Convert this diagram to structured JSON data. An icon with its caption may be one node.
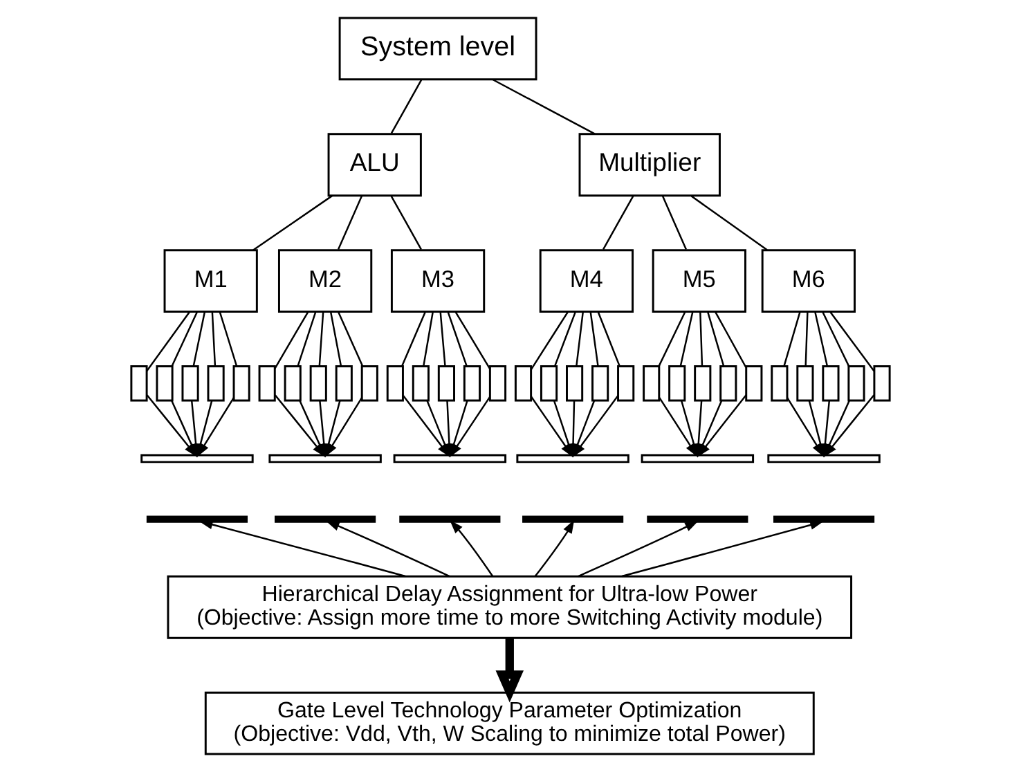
{
  "diagram": {
    "nodes": [
      {
        "text": [
          "System level"
        ]
      },
      {
        "text": [
          "ALU"
        ]
      },
      {
        "text": [
          "Multiplier"
        ]
      },
      {
        "text": [
          "M1"
        ]
      },
      {
        "text": [
          "M2"
        ]
      },
      {
        "text": [
          "M3"
        ]
      },
      {
        "text": [
          "M4"
        ]
      },
      {
        "text": [
          "M5"
        ]
      },
      {
        "text": [
          "M6"
        ]
      },
      {
        "text": [],
        "shape": "box"
      },
      {
        "text": [],
        "shape": "box"
      },
      {
        "text": [],
        "shape": "box"
      },
      {
        "text": [],
        "shape": "box"
      },
      {
        "text": [],
        "shape": "box"
      },
      {
        "text": [],
        "shape": "box"
      },
      {
        "text": [],
        "shape": "box"
      },
      {
        "text": [],
        "shape": "box"
      },
      {
        "text": [],
        "shape": "box"
      },
      {
        "text": [],
        "shape": "box"
      },
      {
        "text": [],
        "shape": "box"
      },
      {
        "text": [],
        "shape": "box"
      },
      {
        "text": [],
        "shape": "box"
      },
      {
        "text": [],
        "shape": "box"
      },
      {
        "text": [],
        "shape": "box"
      },
      {
        "text": [],
        "shape": "box"
      },
      {
        "text": [],
        "shape": "box"
      },
      {
        "text": [],
        "shape": "box"
      },
      {
        "text": [],
        "shape": "box"
      },
      {
        "text": [],
        "shape": "box"
      },
      {
        "text": [],
        "shape": "box"
      },
      {
        "text": [],
        "shape": "box"
      },
      {
        "text": [],
        "shape": "box"
      },
      {
        "text": [],
        "shape": "box"
      },
      {
        "text": [],
        "shape": "box"
      },
      {
        "text": [],
        "shape": "box"
      },
      {
        "text": [],
        "shape": "box"
      },
      {
        "text": [],
        "shape": "box"
      },
      {
        "text": [],
        "shape": "box"
      },
      {
        "text": [],
        "shape": "box"
      },
      {
        "text": [],
        "shape": "bar"
      },
      {
        "text": [],
        "shape": "bar"
      },
      {
        "text": [],
        "shape": "bar"
      },
      {
        "text": [],
        "shape": "bar"
      },
      {
        "text": [],
        "shape": "bar"
      },
      {
        "text": [],
        "shape": "bar"
      },
      {
        "text": [],
        "shape": "arrow"
      },
      {
        "text": [],
        "shape": "arrow"
      },
      {
        "text": [],
        "shape": "arrow"
      },
      {
        "text": [],
        "shape": "arrow"
      },
      {
        "text": [],
        "shape": "arrow"
      },
      {
        "text": [],
        "shape": "arrow"
      },
      {
        "text": [
          "Hierarchical Delay Assignment for Ultra-low Power",
          "(Objective: Assign more time to more Switching Activity module)"
        ]
      },
      {
        "text": [
          "Gate Level Technology Parameter Optimization",
          "(Objective: Vdd, Vth, W Scaling to minimize total Power)"
        ]
      }
    ],
    "edges": [
      {
        "from": 0,
        "to": 1,
        "arrow": "none"
      },
      {
        "from": 0,
        "to": 2,
        "arrow": "none"
      },
      {
        "from": 1,
        "to": 3,
        "arrow": "none"
      },
      {
        "from": 1,
        "to": 4,
        "arrow": "none"
      },
      {
        "from": 1,
        "to": 5,
        "arrow": "none"
      },
      {
        "from": 2,
        "to": 6,
        "arrow": "none"
      },
      {
        "from": 2,
        "to": 7,
        "arrow": "none"
      },
      {
        "from": 2,
        "to": 8,
        "arrow": "none"
      },
      {
        "from": 3,
        "to": 9,
        "arrow": "none"
      },
      {
        "from": 3,
        "to": 10,
        "arrow": "none"
      },
      {
        "from": 3,
        "to": 11,
        "arrow": "none"
      },
      {
        "from": 3,
        "to": 12,
        "arrow": "none"
      },
      {
        "from": 3,
        "to": 13,
        "arrow": "none"
      },
      {
        "from": 4,
        "to": 14,
        "arrow": "none"
      },
      {
        "from": 4,
        "to": 15,
        "arrow": "none"
      },
      {
        "from": 4,
        "to": 16,
        "arrow": "none"
      },
      {
        "from": 4,
        "to": 17,
        "arrow": "none"
      },
      {
        "from": 4,
        "to": 18,
        "arrow": "none"
      },
      {
        "from": 5,
        "to": 19,
        "arrow": "none"
      },
      {
        "from": 5,
        "to": 20,
        "arrow": "none"
      },
      {
        "from": 5,
        "to": 21,
        "arrow": "none"
      },
      {
        "from": 5,
        "to": 22,
        "arrow": "none"
      },
      {
        "from": 5,
        "to": 23,
        "arrow": "none"
      },
      {
        "from": 6,
        "to": 24,
        "arrow": "none"
      },
      {
        "from": 6,
        "to": 25,
        "arrow": "none"
      },
      {
        "from": 6,
        "to": 26,
        "arrow": "none"
      },
      {
        "from": 6,
        "to": 27,
        "arrow": "none"
      },
      {
        "from": 6,
        "to": 28,
        "arrow": "none"
      },
      {
        "from": 7,
        "to": 29,
        "arrow": "none"
      },
      {
        "from": 7,
        "to": 30,
        "arrow": "none"
      },
      {
        "from": 7,
        "to": 31,
        "arrow": "none"
      },
      {
        "from": 7,
        "to": 32,
        "arrow": "none"
      },
      {
        "from": 7,
        "to": 33,
        "arrow": "none"
      },
      {
        "from": 8,
        "to": 34,
        "arrow": "none"
      },
      {
        "from": 8,
        "to": 35,
        "arrow": "none"
      },
      {
        "from": 8,
        "to": 36,
        "arrow": "none"
      },
      {
        "from": 8,
        "to": 37,
        "arrow": "none"
      },
      {
        "from": 8,
        "to": 38,
        "arrow": "none"
      },
      {
        "from": 9,
        "to": 39,
        "arrow": "to"
      },
      {
        "from": 10,
        "to": 39,
        "arrow": "to"
      },
      {
        "from": 11,
        "to": 39,
        "arrow": "to"
      },
      {
        "from": 12,
        "to": 39,
        "arrow": "to"
      },
      {
        "from": 13,
        "to": 39,
        "arrow": "to"
      },
      {
        "from": 14,
        "to": 40,
        "arrow": "to"
      },
      {
        "from": 15,
        "to": 40,
        "arrow": "to"
      },
      {
        "from": 16,
        "to": 40,
        "arrow": "to"
      },
      {
        "from": 17,
        "to": 40,
        "arrow": "to"
      },
      {
        "from": 18,
        "to": 40,
        "arrow": "to"
      },
      {
        "from": 19,
        "to": 41,
        "arrow": "to"
      },
      {
        "from": 20,
        "to": 41,
        "arrow": "to"
      },
      {
        "from": 21,
        "to": 41,
        "arrow": "to"
      },
      {
        "from": 22,
        "to": 41,
        "arrow": "to"
      },
      {
        "from": 23,
        "to": 41,
        "arrow": "to"
      },
      {
        "from": 24,
        "to": 42,
        "arrow": "to"
      },
      {
        "from": 25,
        "to": 42,
        "arrow": "to"
      },
      {
        "from": 26,
        "to": 42,
        "arrow": "to"
      },
      {
        "from": 27,
        "to": 42,
        "arrow": "to"
      },
      {
        "from": 28,
        "to": 42,
        "arrow": "to"
      },
      {
        "from": 29,
        "to": 43,
        "arrow": "to"
      },
      {
        "from": 30,
        "to": 43,
        "arrow": "to"
      },
      {
        "from": 31,
        "to": 43,
        "arrow": "to"
      },
      {
        "from": 32,
        "to": 43,
        "arrow": "to"
      },
      {
        "from": 33,
        "to": 43,
        "arrow": "to"
      },
      {
        "from": 34,
        "to": 44,
        "arrow": "to"
      },
      {
        "from": 35,
        "to": 44,
        "arrow": "to"
      },
      {
        "from": 36,
        "to": 44,
        "arrow": "to"
      },
      {
        "from": 37,
        "to": 44,
        "arrow": "to"
      },
      {
        "from": 38,
        "to": 44,
        "arrow": "to"
      },
      {
        "from": 51,
        "to": 45,
        "arrow": "to"
      },
      {
        "from": 51,
        "to": 46,
        "arrow": "to"
      },
      {
        "from": 51,
        "to": 47,
        "arrow": "to"
      },
      {
        "from": 51,
        "to": 48,
        "arrow": "to"
      },
      {
        "from": 51,
        "to": 49,
        "arrow": "to"
      },
      {
        "from": 51,
        "to": 50,
        "arrow": "to"
      },
      {
        "from": 51,
        "to": 52,
        "arrow": "to",
        "style": "thick"
      }
    ]
  }
}
